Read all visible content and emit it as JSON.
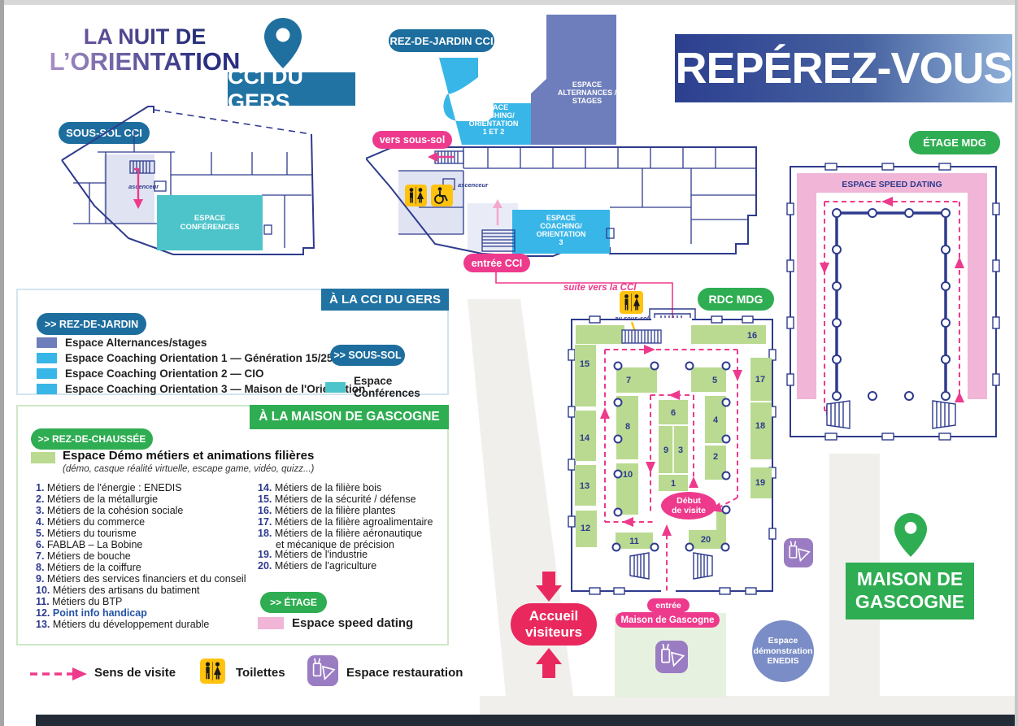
{
  "logo": {
    "line1": "LA NUIT DE",
    "line2": "L’ORIENTATION"
  },
  "header": {
    "title": "REPÉREZ-VOUS"
  },
  "cci": {
    "banner": "CCI DU GERS",
    "sous_sol_tag": "SOUS-SOL CCI",
    "rez_de_jardin_tag": "REZ-DE-JARDIN CCI",
    "conferences": [
      "ESPACE",
      "CONFÉRENCES"
    ],
    "coaching12": [
      "ESPACE",
      "COACHING/",
      "ORIENTATION",
      "1 ET 2"
    ],
    "alternances": [
      "ESPACE",
      "ALTERNANCES /",
      "STAGES"
    ],
    "coaching3": [
      "ESPACE",
      "COACHING/",
      "ORIENTATION",
      "3"
    ],
    "ascenseur": "ascenceur",
    "vers_sous_sol": "vers sous-sol",
    "entree": "entrée CCI",
    "suite_vers": "suite vers la CCI"
  },
  "mdg": {
    "etage_tag": "ÉTAGE MDG",
    "rdc_tag": "RDC MDG",
    "speed_dating": "ESPACE SPEED DATING",
    "au_sous_sol": "au sous-sol",
    "debut": [
      "Début",
      "de visite"
    ],
    "entree_line1": "entrée",
    "entree_line2": "Maison de Gascogne",
    "accueil": [
      "Accueil",
      "visiteurs"
    ],
    "enedis": [
      "Espace",
      "démonstration",
      "ENEDIS"
    ],
    "banner": [
      "MAISON DE",
      "GASCOGNE"
    ],
    "stands": [
      "1",
      "2",
      "3",
      "4",
      "5",
      "6",
      "7",
      "8",
      "9",
      "10",
      "11",
      "12",
      "13",
      "14",
      "15",
      "16",
      "17",
      "18",
      "19",
      "20"
    ]
  },
  "legend_cci": {
    "header": "À LA CCI DU GERS",
    "rez_pill": ">> REZ-DE-JARDIN",
    "items": [
      {
        "color": "#6e7ebc",
        "label": "Espace Alternances/stages"
      },
      {
        "color": "#38b6e8",
        "label": "Espace Coaching Orientation 1 — Génération 15/25"
      },
      {
        "color": "#38b6e8",
        "label": "Espace Coaching Orientation 2 — CIO"
      },
      {
        "color": "#38b6e8",
        "label": "Espace Coaching Orientation 3 — Maison de l'Orientation"
      }
    ],
    "sous_sol_pill": ">> SOUS-SOL",
    "sous_sol_item": {
      "color": "#4cc4ca",
      "label": "Espace Conférences"
    }
  },
  "legend_mdg": {
    "header": "À LA MAISON DE GASCOGNE",
    "rdc_pill": ">> REZ-DE-CHAUSSÉE",
    "demo_color": "#b9da90",
    "demo_label": "Espace Démo métiers et animations filières",
    "demo_sub": "(démo, casque réalité virtuelle, escape game, vidéo, quizz...)",
    "items_left": [
      {
        "n": "1.",
        "label": "Métiers de l'énergie : ENEDIS"
      },
      {
        "n": "2.",
        "label": "Métiers de la métallurgie"
      },
      {
        "n": "3.",
        "label": "Métiers de la cohésion sociale"
      },
      {
        "n": "4.",
        "label": "Métiers du commerce"
      },
      {
        "n": "5.",
        "label": "Métiers du tourisme"
      },
      {
        "n": "6.",
        "label": "FABLAB – La Bobine"
      },
      {
        "n": "7.",
        "label": "Métiers de bouche"
      },
      {
        "n": "8.",
        "label": "Métiers de la coiffure"
      },
      {
        "n": "9.",
        "label": "Métiers des services financiers et du conseil"
      },
      {
        "n": "10.",
        "label": "Métiers des artisans du batiment"
      },
      {
        "n": "11.",
        "label": "Métiers du BTP"
      },
      {
        "n": "12.",
        "label": "Point info handicap"
      },
      {
        "n": "13.",
        "label": "Métiers du développement durable"
      }
    ],
    "items_right": [
      {
        "n": "14.",
        "label": "Métiers de la filière bois"
      },
      {
        "n": "15.",
        "label": "Métiers de la sécurité / défense"
      },
      {
        "n": "16.",
        "label": "Métiers de la filière plantes"
      },
      {
        "n": "17.",
        "label": "Métiers de la filière agroalimentaire"
      },
      {
        "n": "18.",
        "label": "Métiers de la filière aéronautique",
        "label2": "et mécanique de précision"
      },
      {
        "n": "19.",
        "label": "Métiers de l'industrie"
      },
      {
        "n": "20.",
        "label": "Métiers de l'agriculture"
      }
    ],
    "etage_pill": ">> ÉTAGE",
    "speed_item": {
      "color": "#f0b5d7",
      "label": "Espace speed dating"
    }
  },
  "map_legend": {
    "sens": "Sens de visite",
    "toilettes": "Toilettes",
    "restauration": "Espace restauration"
  },
  "colors": {
    "navy": "#2e3b8d",
    "steel_blue": "#2173a3",
    "light_blue": "#38b6e8",
    "periwinkle": "#6e7ebc",
    "teal": "#4cc4ca",
    "green": "#2fad52",
    "light_green": "#b9da90",
    "pink_band": "#f0b5d7",
    "magenta": "#ee3a8c",
    "accueil_pink": "#e9295e",
    "yellow": "#ffc20e",
    "purple": "#9a7cc3",
    "enedis_blue": "#7b8dc6"
  }
}
